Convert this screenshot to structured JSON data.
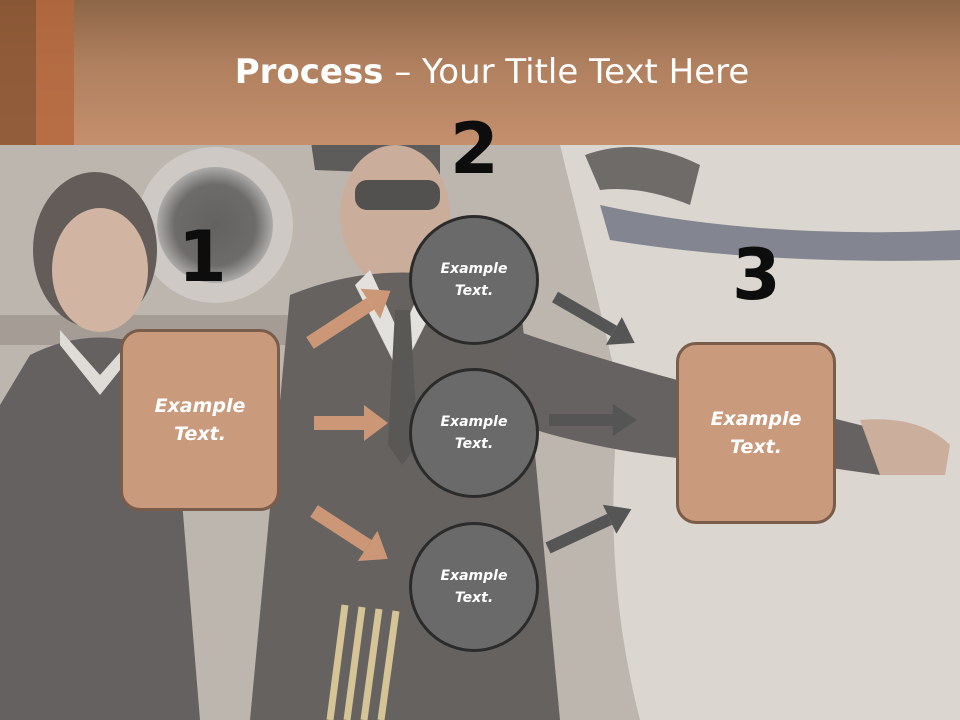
{
  "title": {
    "bold": "Process",
    "rest": " – Your Title Text Here"
  },
  "steps": {
    "one": "1",
    "two": "2",
    "three": "3"
  },
  "boxes": {
    "left": "Example Text.",
    "right": "Example Text."
  },
  "circles": {
    "top": "Example Text.",
    "middle": "Example Text.",
    "bottom": "Example Text."
  },
  "colors": {
    "header": "#b0805f",
    "box_fill": "#c99a7c",
    "circle_fill": "#6a6a6a",
    "arrow_left": "#cc9777",
    "arrow_right": "#555555"
  },
  "images": {
    "background": "photo-pilot-and-flight-attendant-by-jet"
  }
}
